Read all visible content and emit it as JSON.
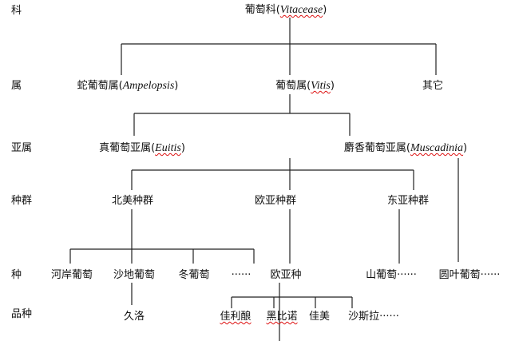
{
  "levels": {
    "family": "科",
    "genus": "属",
    "subgenus": "亚属",
    "group": "种群",
    "species": "种",
    "cultivar": "品种"
  },
  "family": {
    "zh": "葡萄科(",
    "latin": "Vitacease",
    "close": ")"
  },
  "genera": {
    "ampelopsis": {
      "zh": "蛇葡萄属(",
      "latin": "Ampelopsis",
      "close": ")"
    },
    "vitis": {
      "zh": "葡萄属(",
      "latin": "Vitis",
      "close": ")"
    },
    "other": "其它"
  },
  "subgenera": {
    "euvitis": {
      "zh": "真葡萄亚属(",
      "latin": "Euitis",
      "close": ")"
    },
    "muscadinia": {
      "zh": "麝香葡萄亚属(",
      "latin": "Muscadinia",
      "close": ")"
    }
  },
  "groups": {
    "north_america": "北美种群",
    "eurasia": "欧亚种群",
    "east_asia": "东亚种群"
  },
  "species": {
    "riparia": "河岸葡萄",
    "rupestris": "沙地葡萄",
    "winter": "冬葡萄",
    "na_more": "······",
    "eurasian": "欧亚种",
    "amurensis": "山葡萄······",
    "rotundifolia": "圆叶葡萄······"
  },
  "cultivars": {
    "concord": "久洛",
    "cabernet": "佳利酿",
    "pinot_noir": "黑比诺",
    "carmenere": "佳美",
    "shiraz": "沙斯拉······"
  }
}
